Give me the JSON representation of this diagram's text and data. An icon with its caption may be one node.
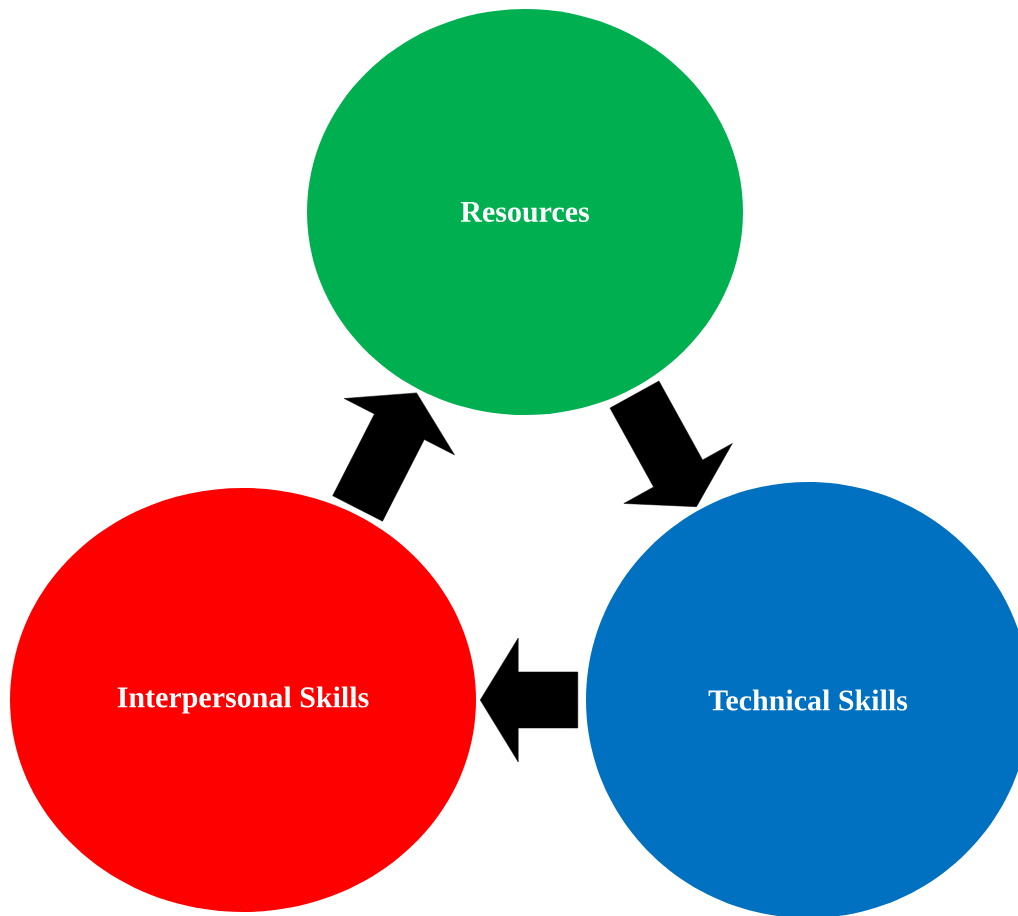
{
  "diagram": {
    "nodes": [
      {
        "text": [
          "Resources"
        ]
      },
      {
        "text": [
          "Technical Skills"
        ]
      },
      {
        "text": [
          "Interpersonal Skills"
        ]
      }
    ],
    "edges": [
      {
        "from": 0,
        "to": 1,
        "arrow": "to"
      },
      {
        "from": 1,
        "to": 2,
        "arrow": "to"
      },
      {
        "from": 2,
        "to": 0,
        "arrow": "to"
      }
    ]
  }
}
